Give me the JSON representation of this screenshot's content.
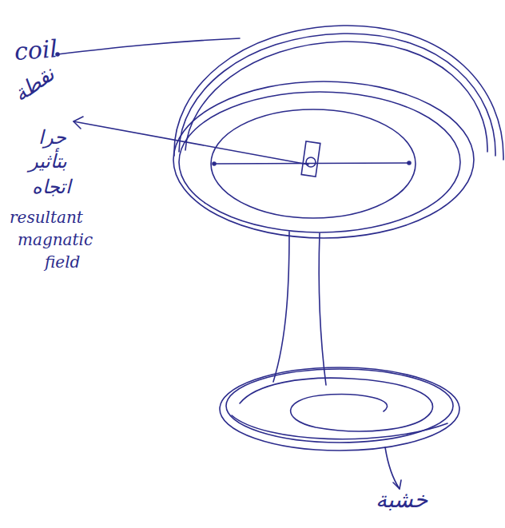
{
  "diagram": {
    "labels": [
      "coil",
      "نقطة",
      "حرا",
      "بتأثير",
      "اتجاه",
      "resultant",
      "magnatic",
      "field",
      "خشبة"
    ]
  }
}
